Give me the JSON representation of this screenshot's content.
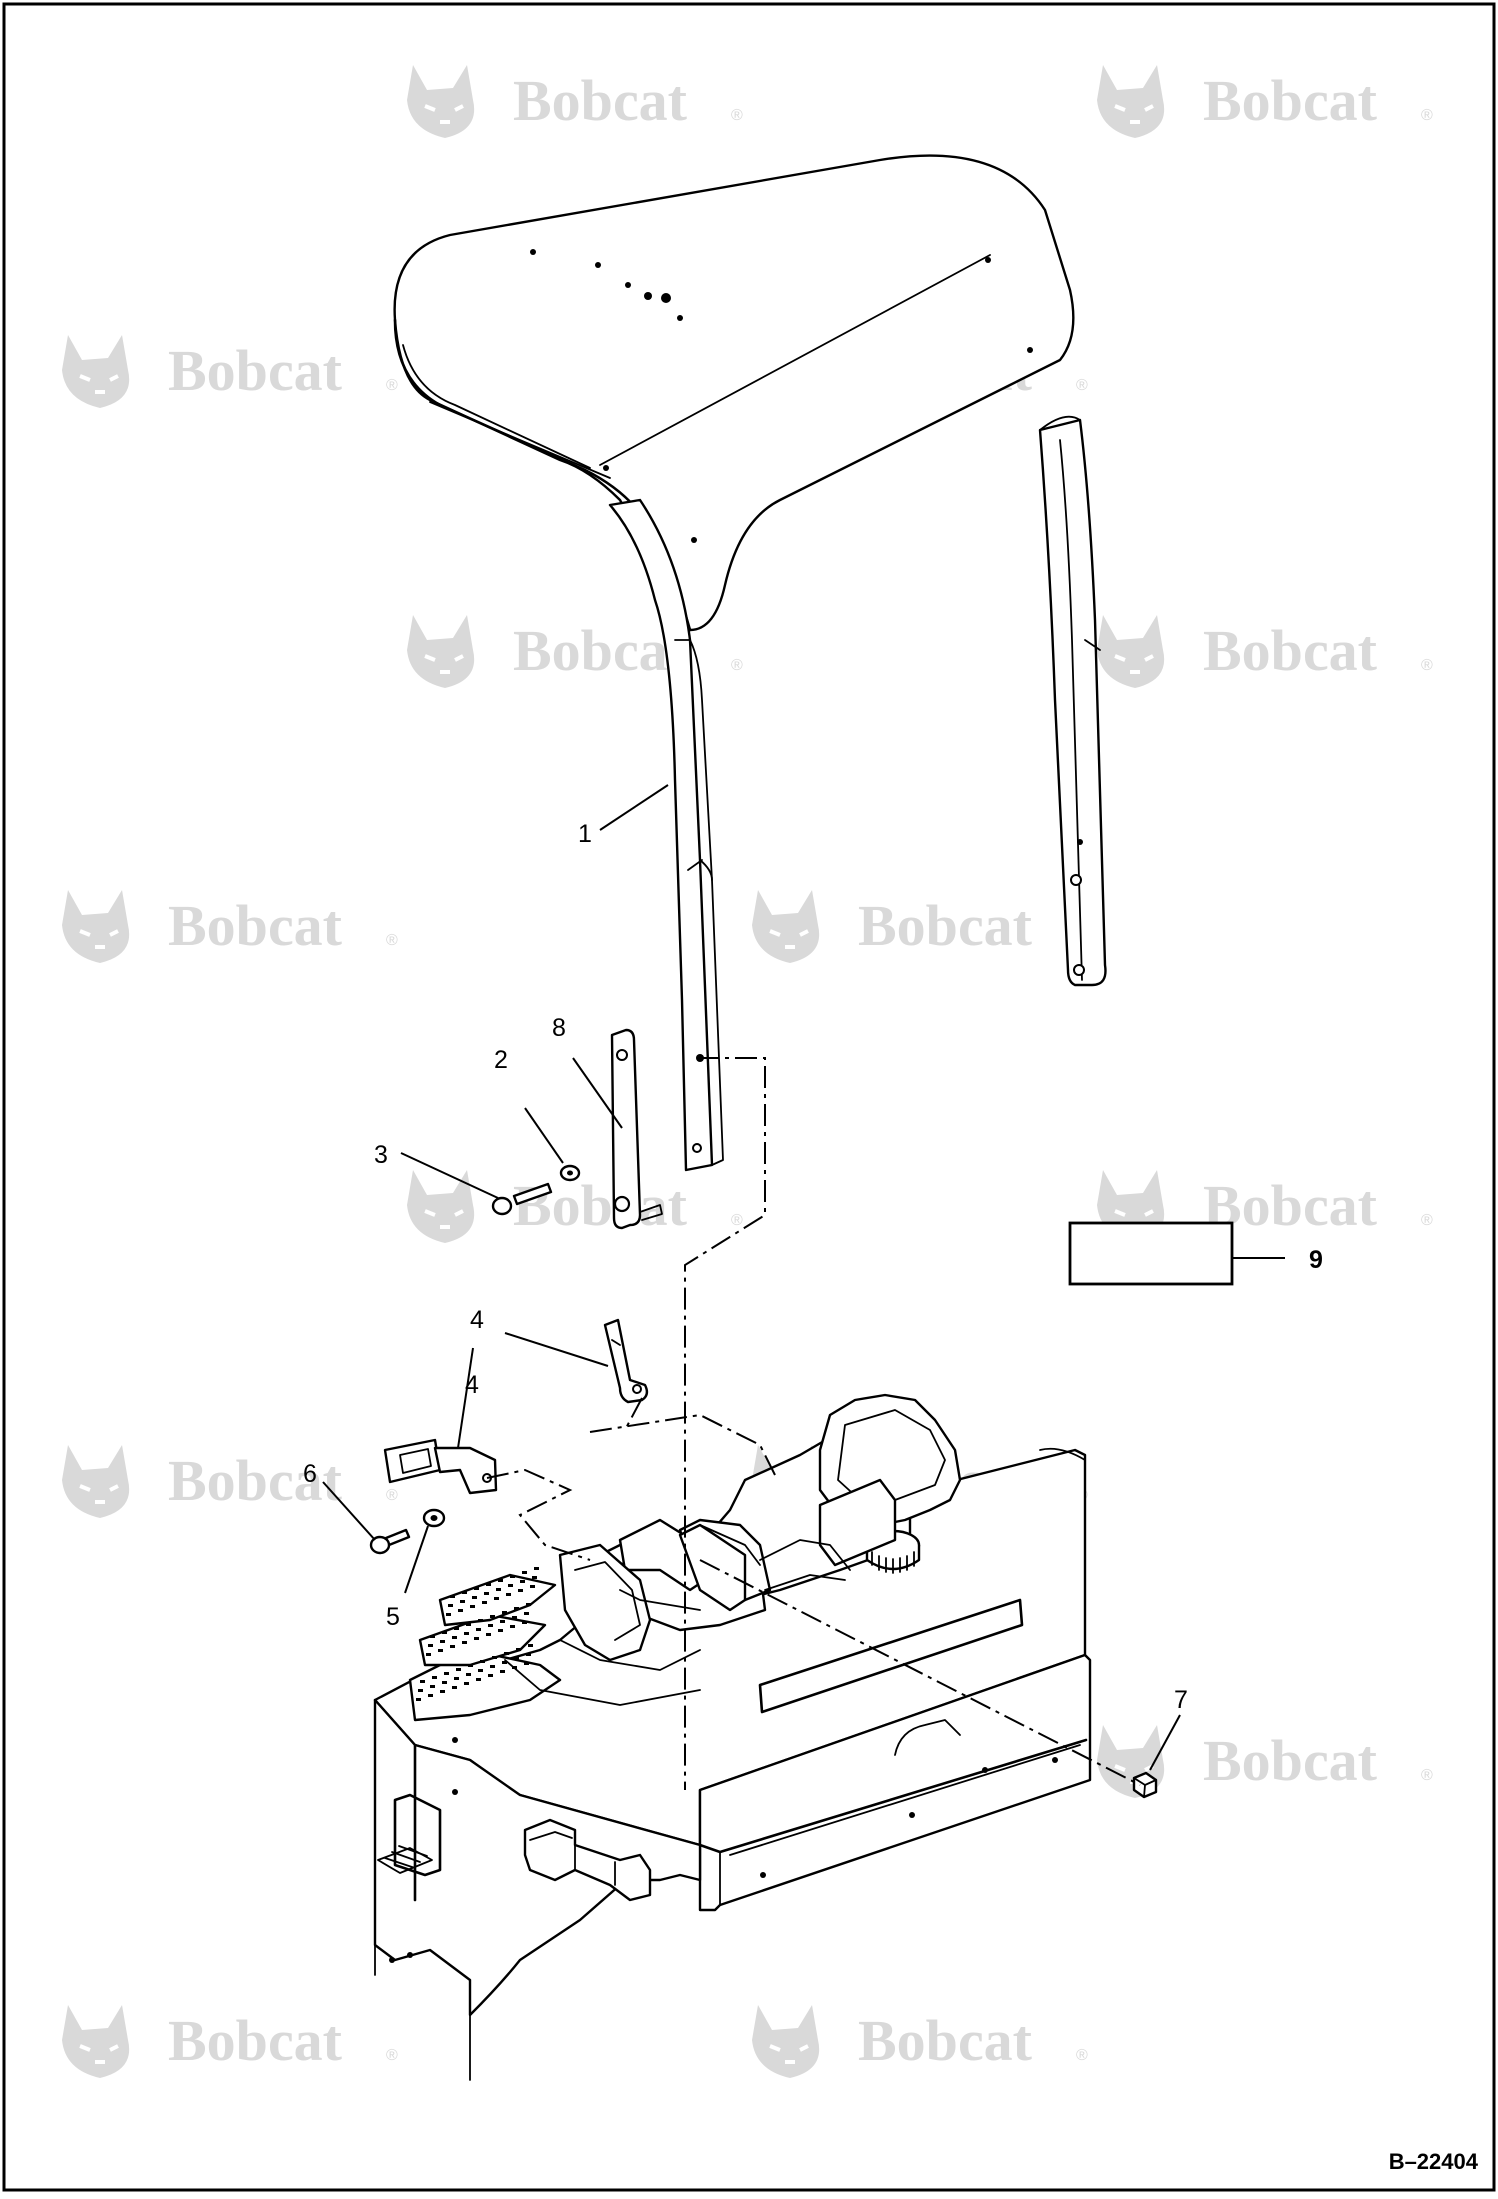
{
  "watermark": {
    "brand": "Bobcat",
    "registered_mark": "®",
    "icon": "bobcat-head-logo"
  },
  "callouts": [
    {
      "id": "1",
      "label": "1"
    },
    {
      "id": "2",
      "label": "2"
    },
    {
      "id": "3",
      "label": "3"
    },
    {
      "id": "4a",
      "label": "4"
    },
    {
      "id": "4b",
      "label": "4"
    },
    {
      "id": "5",
      "label": "5"
    },
    {
      "id": "6",
      "label": "6"
    },
    {
      "id": "7",
      "label": "7"
    },
    {
      "id": "8",
      "label": "8"
    },
    {
      "id": "9",
      "label": "9"
    }
  ],
  "document_number": "B–22404",
  "colors": {
    "line": "#000000",
    "watermark": "#d9d9d9",
    "background": "#ffffff"
  }
}
